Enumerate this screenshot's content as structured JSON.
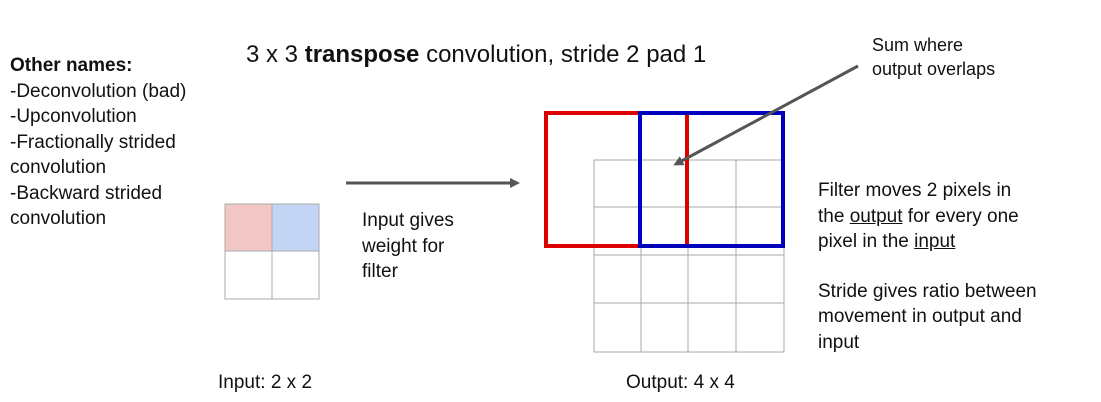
{
  "title": {
    "prefix": "3 x 3 ",
    "bold": "transpose",
    "suffix": " convolution, stride 2 pad 1"
  },
  "other_names": {
    "heading": "Other names:",
    "items": [
      "-Deconvolution (bad)",
      "-Upconvolution",
      "-Fractionally strided",
      "convolution",
      "-Backward strided",
      "convolution"
    ]
  },
  "annotations": {
    "sum_note": [
      "Sum where",
      "output overlaps"
    ],
    "input_note": [
      "Input gives",
      "weight for",
      "filter"
    ],
    "filter_note": {
      "l1": "Filter moves 2 pixels in",
      "l2_pre": "the ",
      "l2_u": "output",
      "l2_post": " for every one",
      "l3_pre": "pixel in the ",
      "l3_u": "input"
    },
    "stride_note": [
      "Stride gives ratio between",
      "movement in output and",
      "input"
    ]
  },
  "captions": {
    "input": "Input: 2 x 2",
    "output": "Output: 4 x 4"
  },
  "colors": {
    "cell_red": "#f4c7c7",
    "cell_blue": "#c2d5f4",
    "filter_red": "#dd0000",
    "filter_blue": "#0000bb",
    "grid": "#aaaaaa",
    "arrow": "#555555"
  }
}
